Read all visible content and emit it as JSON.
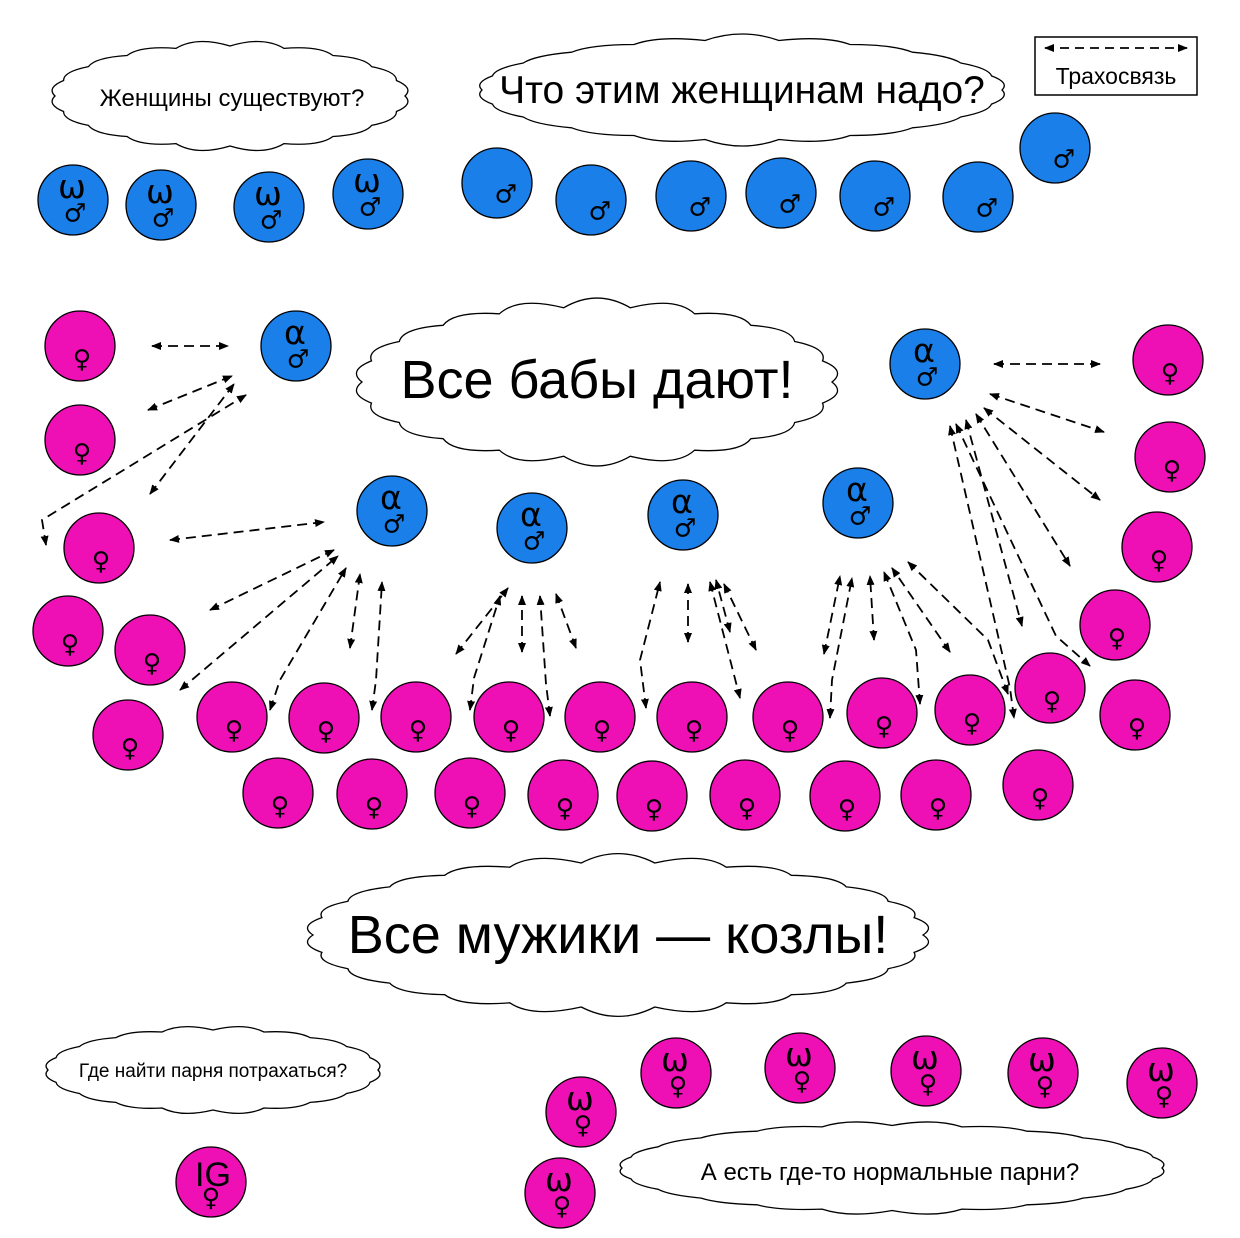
{
  "legend": {
    "label": "Трахосвязь"
  },
  "colors": {
    "male": "#1a7fe8",
    "female": "#ee10b4",
    "outline": "#000000",
    "arrow": "#000000"
  },
  "symbols": {
    "male": "♂",
    "female": "♀",
    "omega": "ω",
    "alpha": "α"
  },
  "speech": {
    "omega_males": "Женщины существуют?",
    "beta_males": "Что этим женщинам надо?",
    "alpha_males": "Все бабы дают!",
    "beta_females": "Все мужики — козлы!",
    "ig_female": "Где найти парня потрахаться?",
    "omega_females": "А есть где-то нормальные парни?"
  },
  "ig_badge": {
    "text": "IG"
  }
}
